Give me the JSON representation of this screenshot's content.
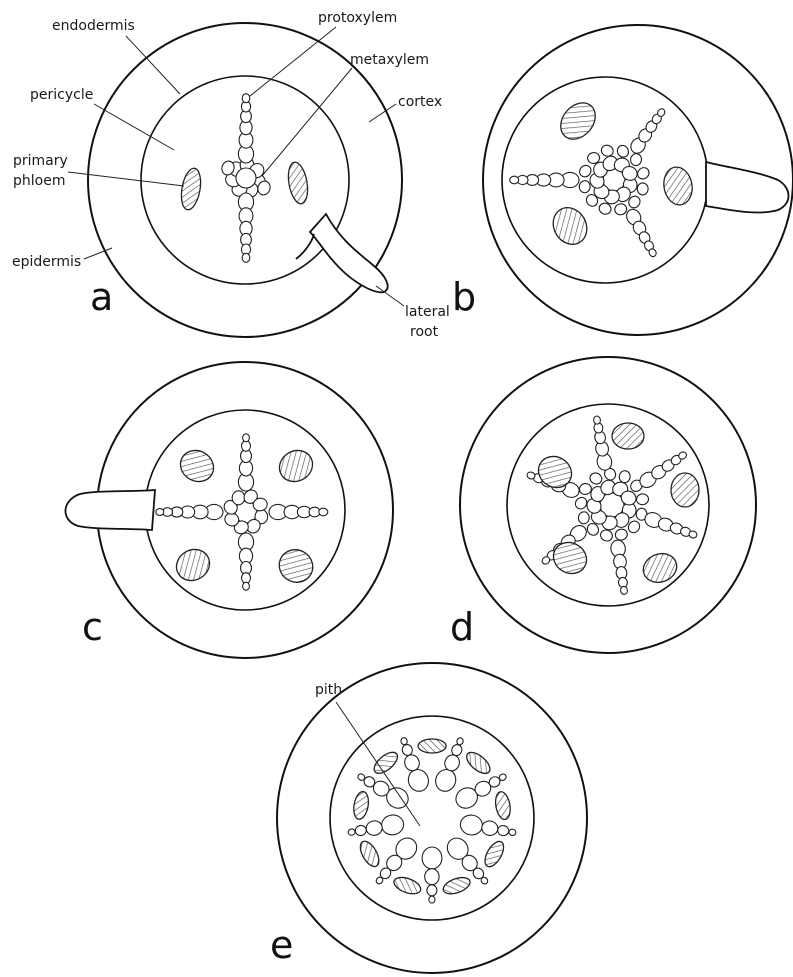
{
  "labels": {
    "endodermis": "endodermis",
    "protoxylem": "protoxylem",
    "metaxylem": "metaxylem",
    "pericycle": "pericycle",
    "cortex": "cortex",
    "primary": "primary",
    "phloem": "phloem",
    "epidermis": "epidermis",
    "lateral": "lateral",
    "root": "root",
    "pith": "pith"
  },
  "panels": {
    "a": "a",
    "b": "b",
    "c": "c",
    "d": "d",
    "e": "e"
  },
  "colors": {
    "line": "#111111",
    "background": "#ffffff",
    "hatch": "#555555"
  }
}
